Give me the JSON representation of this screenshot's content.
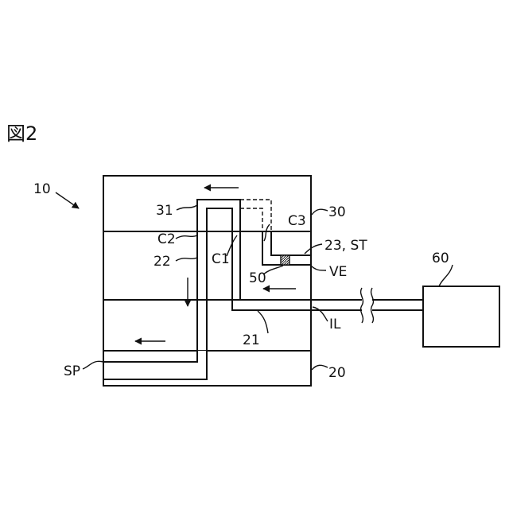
{
  "figure_title": "図2",
  "labels": {
    "system": "10",
    "tank_upper": "30",
    "tank_lower": "20",
    "pipe_top": "31",
    "pipe_left": "22",
    "pipe_bottom": "21",
    "c1": "C1",
    "c2": "C2",
    "c3": "C3",
    "st": "23, ST",
    "ve": "VE",
    "il": "IL",
    "valve": "50",
    "sp": "SP",
    "device": "60"
  },
  "icons": {
    "flow_arrow": "arrow-icon",
    "break_mark": "wavy-break-icon"
  }
}
